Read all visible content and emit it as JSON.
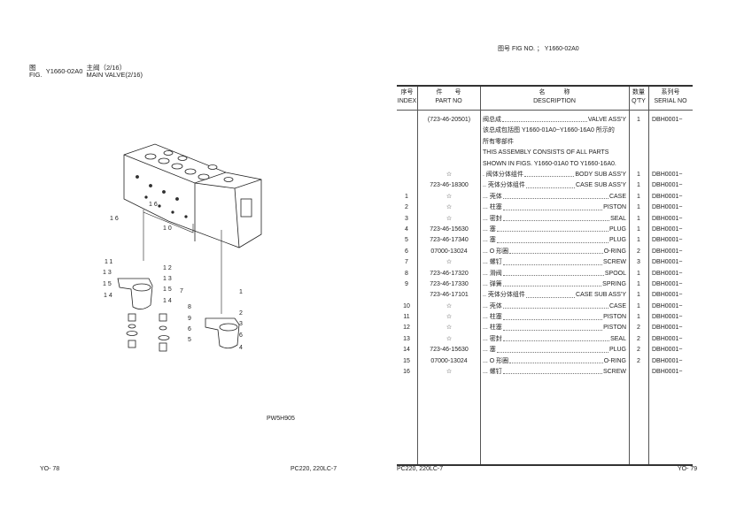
{
  "right_header": {
    "label": "图号 FIG NO. ；",
    "fig_no": "Y1660-02A0"
  },
  "left_header": {
    "fig_cn": "图",
    "fig_en": "FIG.",
    "fig_no": "Y1660-02A0",
    "title_cn": "主阀（2/16）",
    "title_en": "MAIN VALVE(2/16)"
  },
  "drawing_code": "PW5H905",
  "callouts": [
    "16",
    "16",
    "10",
    "11",
    "12",
    "13",
    "13",
    "15",
    "15",
    "14",
    "14",
    "7",
    "1",
    "8",
    "2",
    "9",
    "3",
    "6",
    "6",
    "5",
    "4"
  ],
  "footer": {
    "left_page": "YO- 78",
    "left_model": "PC220, 220LC-7",
    "right_model": "PC220, 220LC-7",
    "right_page": "YO- 79"
  },
  "table": {
    "headers": {
      "index_cn": "序号",
      "index_en": "INDEX",
      "part_cn": "件　　号",
      "part_en": "PART NO",
      "desc_cn": "名　　　称",
      "desc_en": "DESCRIPTION",
      "qty_cn": "数量",
      "qty_en": "Q'TY",
      "serial_cn": "系列号",
      "serial_en": "SERIAL NO"
    },
    "assembly": {
      "part": "(723-46-20501)",
      "cn": "阀总成",
      "en": "VALVE ASS'Y",
      "qty": "1",
      "serial": "DBH0001~"
    },
    "notes": [
      "该总成包括图 Y1660-01A0~Y1660-16A0 所示的",
      "所有零部件",
      "THIS ASSEMBLY CONSISTS OF ALL PARTS",
      "SHOWN IN FIGS. Y1660-01A0 TO Y1660-16A0."
    ],
    "rows": [
      {
        "index": "",
        "part": "☆",
        "cn": ". 阀体分体组件",
        "en": "BODY SUB ASS'Y",
        "qty": "1",
        "serial": "DBH0001~"
      },
      {
        "index": "",
        "part": "723-46-18300",
        "cn": ".. 壳体分体组件",
        "en": "CASE SUB ASS'Y",
        "qty": "1",
        "serial": "DBH0001~"
      },
      {
        "index": "1",
        "part": "☆",
        "cn": "... 壳体",
        "en": "CASE",
        "qty": "1",
        "serial": "DBH0001~"
      },
      {
        "index": "2",
        "part": "☆",
        "cn": "... 柱塞",
        "en": "PISTON",
        "qty": "1",
        "serial": "DBH0001~"
      },
      {
        "index": "3",
        "part": "☆",
        "cn": "... 密封",
        "en": "SEAL",
        "qty": "1",
        "serial": "DBH0001~"
      },
      {
        "index": "4",
        "part": "723-46-15630",
        "cn": "... 塞",
        "en": "PLUG",
        "qty": "1",
        "serial": "DBH0001~"
      },
      {
        "index": "5",
        "part": "723-46-17340",
        "cn": "... 塞",
        "en": "PLUG",
        "qty": "1",
        "serial": "DBH0001~"
      },
      {
        "index": "6",
        "part": "07000-13024",
        "cn": "... O 形圈",
        "en": "O-RING",
        "qty": "2",
        "serial": "DBH0001~"
      },
      {
        "index": "7",
        "part": "☆",
        "cn": "... 螺钉",
        "en": "SCREW",
        "qty": "3",
        "serial": "DBH0001~"
      },
      {
        "index": "8",
        "part": "723-46-17320",
        "cn": "... 滑阀",
        "en": "SPOOL",
        "qty": "1",
        "serial": "DBH0001~"
      },
      {
        "index": "9",
        "part": "723-46-17330",
        "cn": "... 弹簧",
        "en": "SPRING",
        "qty": "1",
        "serial": "DBH0001~"
      },
      {
        "index": "",
        "part": "723-46-17101",
        "cn": ".. 壳体分体组件",
        "en": "CASE SUB ASS'Y",
        "qty": "1",
        "serial": "DBH0001~"
      },
      {
        "index": "10",
        "part": "☆",
        "cn": "... 壳体",
        "en": "CASE",
        "qty": "1",
        "serial": "DBH0001~"
      },
      {
        "index": "11",
        "part": "☆",
        "cn": "... 柱塞",
        "en": "PISTON",
        "qty": "1",
        "serial": "DBH0001~"
      },
      {
        "index": "12",
        "part": "☆",
        "cn": "... 柱塞",
        "en": "PISTON",
        "qty": "2",
        "serial": "DBH0001~"
      },
      {
        "index": "13",
        "part": "☆",
        "cn": "... 密封",
        "en": "SEAL",
        "qty": "2",
        "serial": "DBH0001~"
      },
      {
        "index": "14",
        "part": "723-46-15630",
        "cn": "... 塞",
        "en": "PLUG",
        "qty": "2",
        "serial": "DBH0001~"
      },
      {
        "index": "15",
        "part": "07000-13024",
        "cn": "... O 形圈",
        "en": "O-RING",
        "qty": "2",
        "serial": "DBH0001~"
      },
      {
        "index": "16",
        "part": "☆",
        "cn": "... 螺钉",
        "en": "SCREW",
        "qty": "",
        "serial": "DBH0001~"
      }
    ]
  }
}
